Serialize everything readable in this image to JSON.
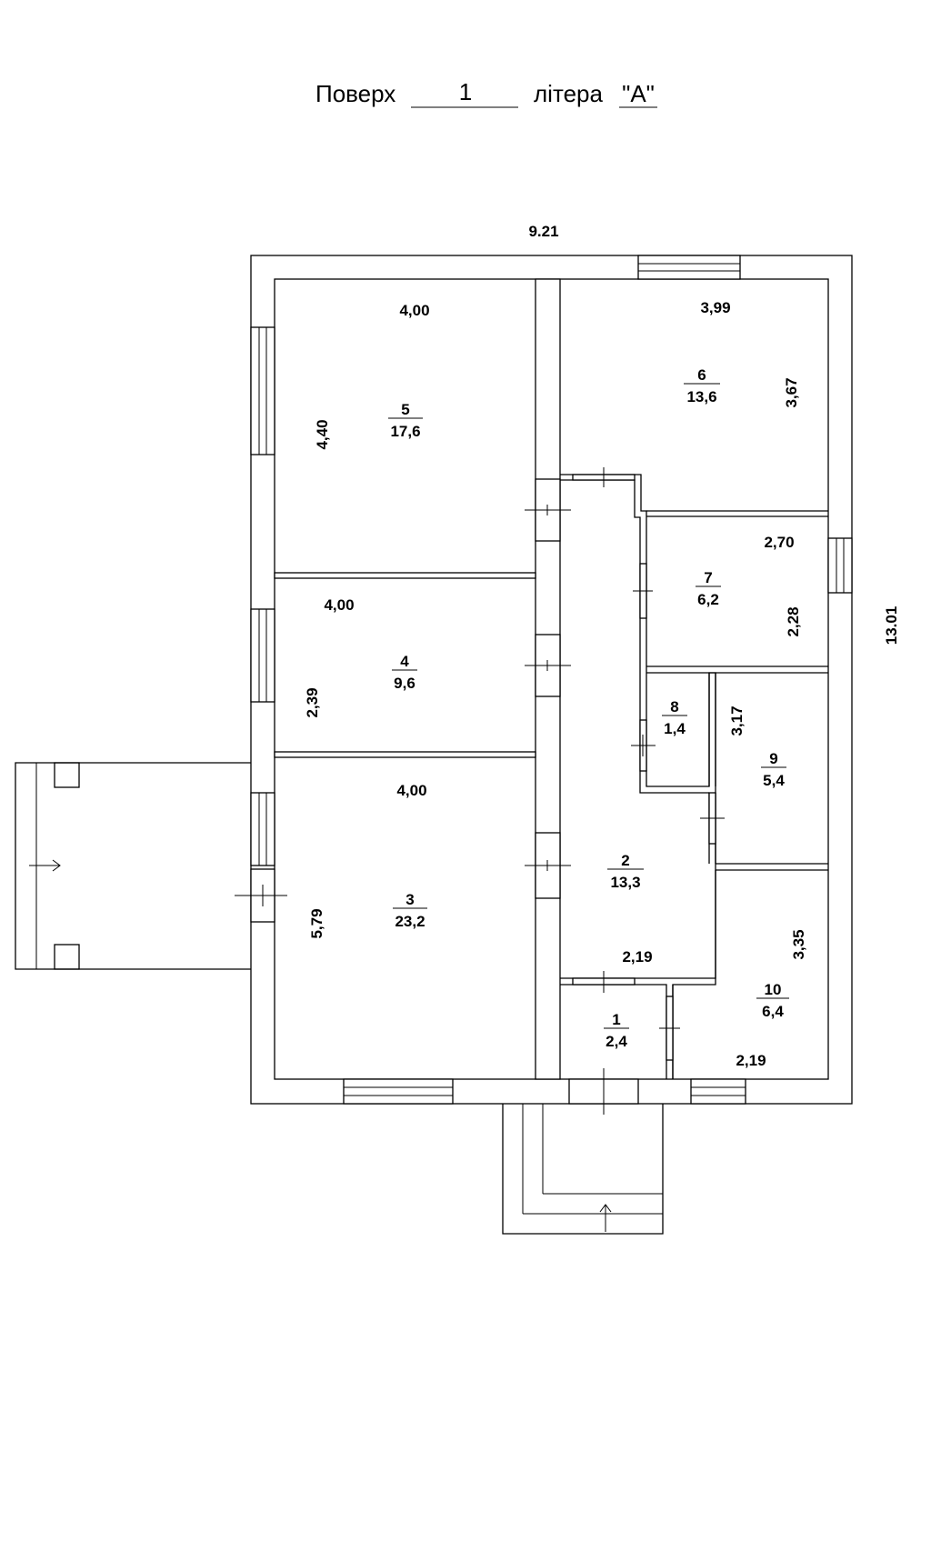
{
  "header": {
    "floor_label": "Поверх",
    "floor_number": "1",
    "letter_label": "літера",
    "letter_value": "\"А\""
  },
  "overall_dims": {
    "width": "9.21",
    "depth": "13.01"
  },
  "rooms": [
    {
      "number": "1",
      "area": "2,4"
    },
    {
      "number": "2",
      "area": "13,3",
      "dim_width": "2,19"
    },
    {
      "number": "3",
      "area": "23,2",
      "dim_width": "4,00",
      "dim_length": "5,79"
    },
    {
      "number": "4",
      "area": "9,6",
      "dim_width": "4,00",
      "dim_length": "2,39"
    },
    {
      "number": "5",
      "area": "17,6",
      "dim_width": "4,00",
      "dim_length": "4,40"
    },
    {
      "number": "6",
      "area": "13,6",
      "dim_width": "3,99",
      "dim_length": "3,67"
    },
    {
      "number": "7",
      "area": "6,2",
      "dim_width": "2,70",
      "dim_length": "2,28"
    },
    {
      "number": "8",
      "area": "1,4"
    },
    {
      "number": "9",
      "area": "5,4",
      "dim_length": "3,17"
    },
    {
      "number": "10",
      "area": "6,4",
      "dim_width": "2,19",
      "dim_length": "3,35"
    }
  ]
}
